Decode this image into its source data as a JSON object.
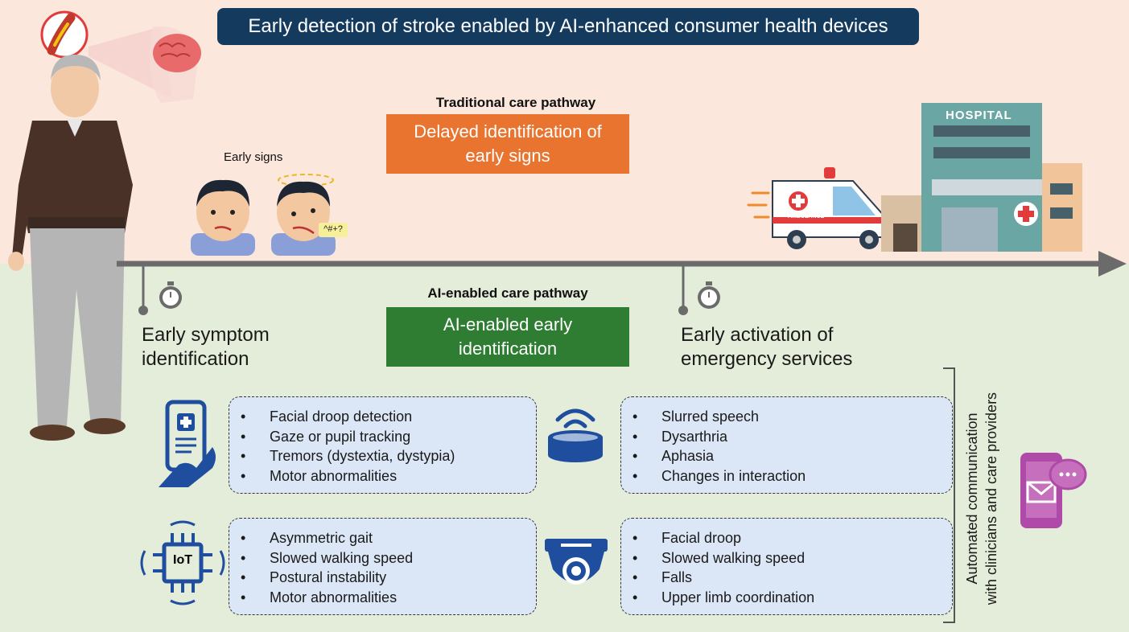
{
  "colors": {
    "top_band": "#fbe7dc",
    "bottom_band": "#e4edd9",
    "title_banner": "#143a5e",
    "traditional_box": "#e9742f",
    "ai_box": "#2e7d33",
    "icon_blue": "#1f4e9e",
    "feature_box_fill": "#dbe7f6",
    "timeline": "#6b6b6b",
    "messaging_icon": "#b04aa8"
  },
  "title": "Early detection of stroke enabled by AI-enhanced consumer health devices",
  "traditional": {
    "heading": "Traditional care pathway",
    "box_line1": "Delayed identification of",
    "box_line2": "early signs"
  },
  "early_signs_label": "Early signs",
  "confused_symbols": "^#+?",
  "ai": {
    "heading": "AI-enabled care pathway",
    "box_line1": "AI-enabled early",
    "box_line2": "identification"
  },
  "milestones": {
    "symptom_line1": "Early symptom",
    "symptom_line2": "identification",
    "emergency_line1": "Early activation of",
    "emergency_line2": "emergency services"
  },
  "vehicle": {
    "ambulance_text": "AMBULANCE",
    "hospital_sign": "HOSPITAL"
  },
  "features": {
    "smartphone": [
      "Facial droop detection",
      "Gaze or pupil tracking",
      "Tremors (dystextia, dystypia)",
      "Motor abnormalities"
    ],
    "smart_speaker": [
      "Slurred speech",
      "Dysarthria",
      "Aphasia",
      "Changes in interaction"
    ],
    "wearable_iot": [
      "Asymmetric gait",
      "Slowed walking speed",
      "Postural instability",
      "Motor abnormalities"
    ],
    "camera": [
      "Facial droop",
      "Slowed walking speed",
      "Falls",
      "Upper limb coordination"
    ]
  },
  "iot_label": "IoT",
  "communication": {
    "line1": "Automated communication",
    "line2": "with clinicians and care providers"
  }
}
